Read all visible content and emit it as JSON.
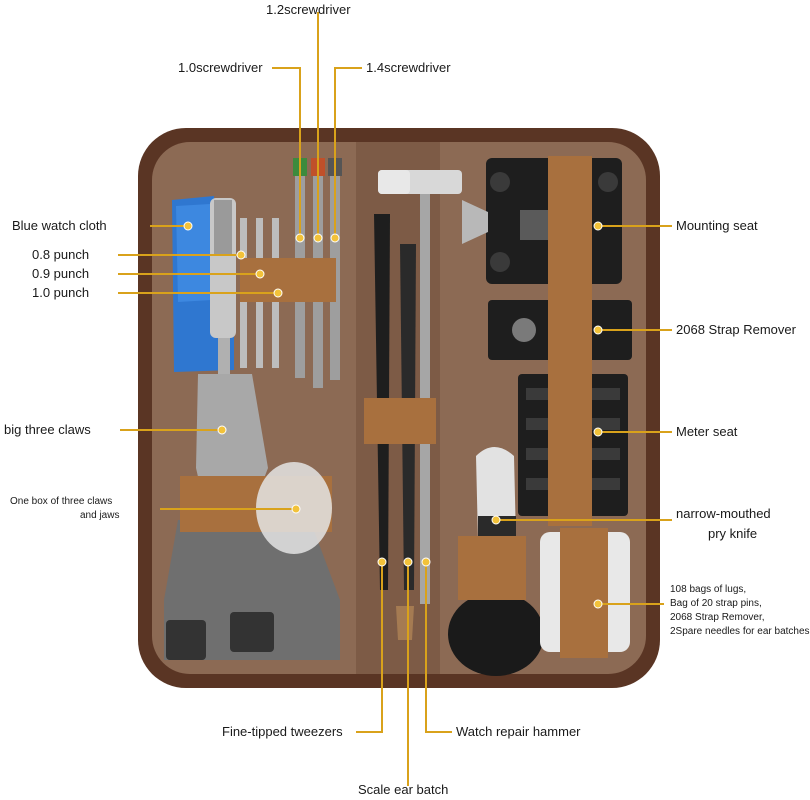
{
  "labels": {
    "screwdriver_12": "1.2screwdriver",
    "screwdriver_10": "1.0screwdriver",
    "screwdriver_14": "1.4screwdriver",
    "blue_cloth": "Blue watch cloth",
    "punch_08": "0.8 punch",
    "punch_09": "0.9 punch",
    "punch_10": "1.0 punch",
    "big_three_claws": "big three claws",
    "box_claws_line1": "One box of three claws",
    "box_claws_line2": "and jaws",
    "mounting_seat": "Mounting seat",
    "strap_remover": "2068 Strap Remover",
    "meter_seat": "Meter seat",
    "pry_knife_line1": "narrow-mouthed",
    "pry_knife_line2": "pry knife",
    "bags_line1": "108 bags of lugs,",
    "bags_line2": "Bag of 20 strap pins,",
    "bags_line3": "2068 Strap Remover,",
    "bags_line4": "2Spare needles for ear batches",
    "tweezers": "Fine-tipped tweezers",
    "hammer": "Watch repair hammer",
    "ear_batch": "Scale ear batch"
  },
  "colors": {
    "leader": "#d9a21b",
    "case": "#5a3524",
    "lining": "#8c6a54",
    "strap": "#a8703e",
    "tool_dark": "#1e1e1e",
    "metal": "#b8b8b8",
    "cloth": "#2f77d0"
  }
}
